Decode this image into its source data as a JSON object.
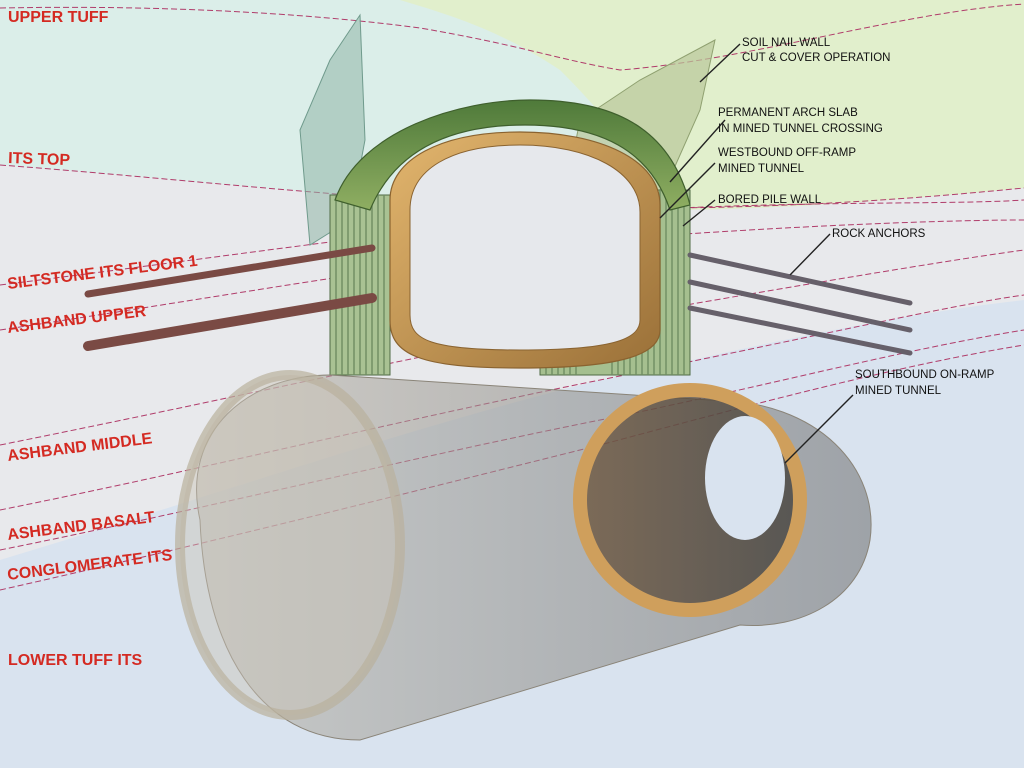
{
  "diagram": {
    "strata_labels": [
      "UPPER TUFF",
      "ITS TOP",
      "SILTSTONE ITS FLOOR 1",
      "ASHBAND UPPER",
      "ASHBAND MIDDLE",
      "ASHBAND BASALT",
      "CONGLOMERATE ITS",
      "LOWER TUFF ITS"
    ],
    "callouts": {
      "soil_nail_wall": [
        "SOIL NAIL WALL",
        "CUT & COVER OPERATION"
      ],
      "permanent_arch_slab": [
        "PERMANENT ARCH SLAB",
        "IN MINED TUNNEL CROSSING"
      ],
      "westbound_off_ramp": [
        "WESTBOUND OFF-RAMP",
        "MINED TUNNEL"
      ],
      "bored_pile_wall": [
        "BORED PILE WALL"
      ],
      "rock_anchors": [
        "ROCK ANCHORS"
      ],
      "southbound_on_ramp": [
        "SOUTHBOUND ON-RAMP",
        "MINED TUNNEL"
      ]
    },
    "colors": {
      "label_red": "#d42a22",
      "upper_tuff_fill": "#daeadc",
      "upper_tuff_top": "#dff0c9",
      "its_fill": "#e6e8ec",
      "lower_fill": "#d9e3ef",
      "boundary": "#b03c6a",
      "arch_green": "#5a7a3a",
      "lining_tan": "#c89a58",
      "pile_green": "#9fb98a",
      "anchor_brown": "#7a4a44"
    }
  }
}
